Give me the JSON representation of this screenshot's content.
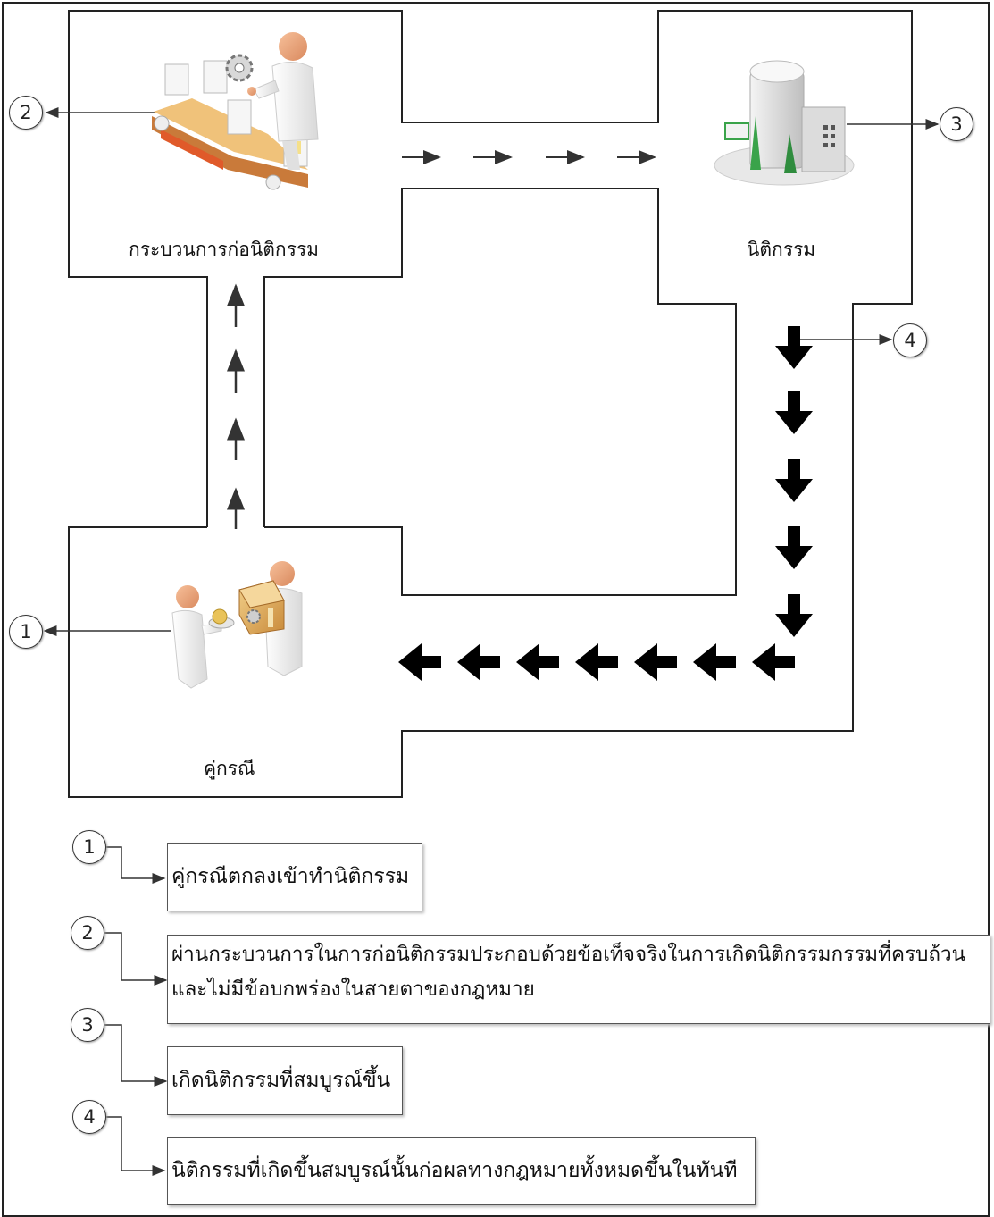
{
  "nodes": {
    "process_label": "กระบวนการก่อนิติกรรม",
    "juristic_label": "นิติกรรม",
    "parties_label": "คู่กรณี"
  },
  "markers": [
    "1",
    "2",
    "3",
    "4"
  ],
  "legend": [
    {
      "number": "1",
      "text": "คู่กรณีตกลงเข้าทำนิติกรรม"
    },
    {
      "number": "2",
      "line1": "ผ่านกระบวนการในการก่อนิติกรรมประกอบด้วยข้อเท็จจริงในการเกิดนิติกรรมกรรมที่ครบถ้วน",
      "line2": "และไม่มีข้อบกพร่องในสายตาของกฎหมาย"
    },
    {
      "number": "3",
      "text": "เกิดนิติกรรมที่สมบูรณ์ขึ้น"
    },
    {
      "number": "4",
      "text": "นิติกรรมที่เกิดขึ้นสมบูรณ์นั้นก่อผลทางกฎหมายทั้งหมดขึ้นในทันที"
    }
  ],
  "icons": [
    "factory-worker-icon",
    "building-icon",
    "handshake-exchange-icon"
  ],
  "colors": {
    "line": "#222222",
    "arrow": "#000000"
  }
}
